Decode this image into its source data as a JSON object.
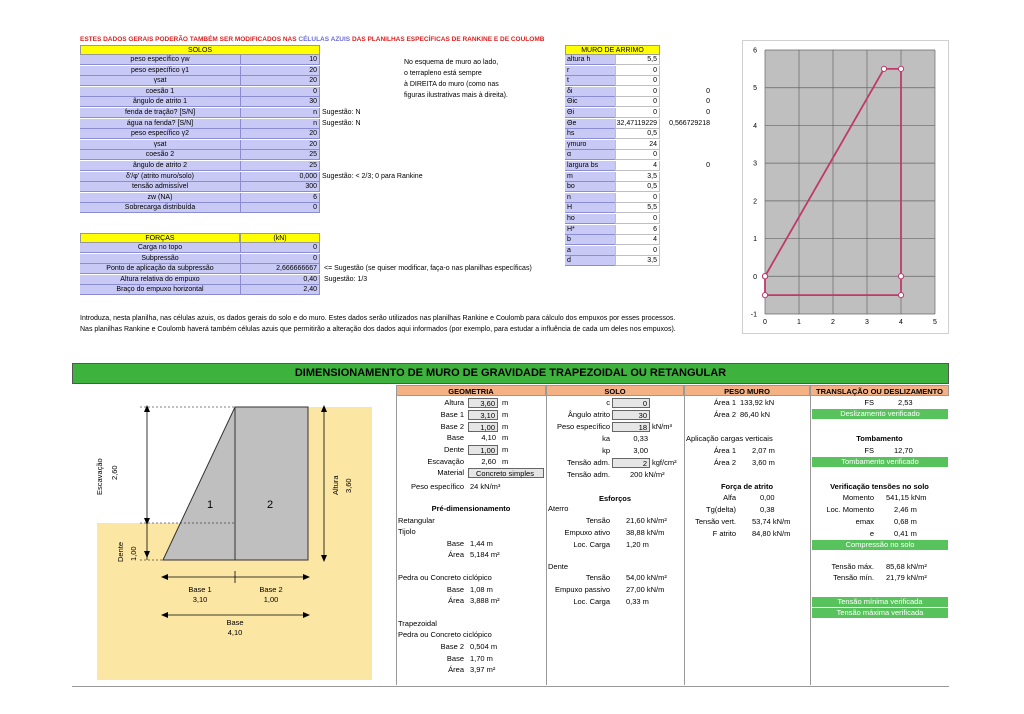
{
  "top_note": {
    "a": "ESTES DADOS GERAIS PODERÃO TAMBÉM SER MODIFICADOS NAS ",
    "b": "CÉLULAS AZUIS",
    "c": " DAS PLANILHAS ESPECÍFICAS DE RANKINE E DE COULOMB"
  },
  "solos": {
    "title": "SOLOS",
    "rows": [
      {
        "label": "peso específico γw",
        "value": "10",
        "note": ""
      },
      {
        "label": "peso específico γ1",
        "value": "20",
        "note": ""
      },
      {
        "label": "γsat",
        "value": "20",
        "note": ""
      },
      {
        "label": "coesão 1",
        "value": "0",
        "note": ""
      },
      {
        "label": "ângulo de atrito 1",
        "value": "30",
        "note": ""
      },
      {
        "label": "fenda de tração? [S/N]",
        "value": "n",
        "note": "Sugestão:  N"
      },
      {
        "label": "água na fenda? [S/N]",
        "value": "n",
        "note": "Sugestão:  N"
      },
      {
        "label": "peso específico γ2",
        "value": "20",
        "note": ""
      },
      {
        "label": "γsat",
        "value": "20",
        "note": ""
      },
      {
        "label": "coesão 2",
        "value": "25",
        "note": ""
      },
      {
        "label": "ângulo de atrito 2",
        "value": "25",
        "note": ""
      },
      {
        "label": "δ'/φ' (atrito muro/solo)",
        "value": "0,000",
        "note": "Sugestão:   < 2/3; 0 para Rankine"
      },
      {
        "label": "tensão admissível",
        "value": "300",
        "note": ""
      },
      {
        "label": "zw (NA)",
        "value": "6",
        "note": ""
      },
      {
        "label": "Sobrecarga distribuída",
        "value": "0",
        "note": ""
      }
    ]
  },
  "forcas": {
    "title": "FORÇAS",
    "unit": "(kN)",
    "rows": [
      {
        "label": "Carga no topo",
        "value": "0",
        "note": ""
      },
      {
        "label": "Subpressão",
        "value": "0",
        "note": ""
      },
      {
        "label": "Ponto de aplicação da subpressão",
        "value": "2,666666667",
        "note": "<= Sugestão (se quiser modificar, faça-o nas planilhas específicas)"
      },
      {
        "label": "Altura relativa do empuxo",
        "value": "0,40",
        "note": "Sugestão:  1/3"
      },
      {
        "label": "Braço do empuxo horizontal",
        "value": "2,40",
        "note": ""
      }
    ]
  },
  "middle_note": [
    "No esquema de muro ao lado,",
    "o terrapleno está sempre",
    "à DIREITA do muro (como nas",
    "figuras ilustrativas mais à direita)."
  ],
  "muro": {
    "title": "MURO DE ARRIMO",
    "rows": [
      {
        "label": "altura h",
        "value": "5,5",
        "extra": ""
      },
      {
        "label": "r",
        "value": "0",
        "extra": ""
      },
      {
        "label": "t",
        "value": "0",
        "extra": ""
      },
      {
        "label": "δi",
        "value": "0",
        "extra": "0"
      },
      {
        "label": "Θic",
        "value": "0",
        "extra": "0"
      },
      {
        "label": "Θi",
        "value": "0",
        "extra": "0"
      },
      {
        "label": "Θe",
        "value": "32,47119229",
        "extra": "0,566729218"
      },
      {
        "label": "hs",
        "value": "0,5",
        "extra": ""
      },
      {
        "label": "γmuro",
        "value": "24",
        "extra": ""
      },
      {
        "label": "α",
        "value": "0",
        "extra": ""
      },
      {
        "label": "largura bs",
        "value": "4",
        "extra": "0"
      },
      {
        "label": "m",
        "value": "3,5",
        "extra": ""
      },
      {
        "label": "bo",
        "value": "0,5",
        "extra": ""
      },
      {
        "label": "n",
        "value": "0",
        "extra": ""
      },
      {
        "label": "H",
        "value": "5,5",
        "extra": ""
      },
      {
        "label": "ho",
        "value": "0",
        "extra": ""
      },
      {
        "label": "H*",
        "value": "6",
        "extra": ""
      },
      {
        "label": "b",
        "value": "4",
        "extra": ""
      },
      {
        "label": "a",
        "value": "0",
        "extra": ""
      },
      {
        "label": "d",
        "value": "3,5",
        "extra": ""
      }
    ]
  },
  "intro": [
    "Introduza, nesta planilha, nas células azuis, os dados gerais do solo e do muro. Estes dados serão utilizados nas planilhas Rankine e Coulomb para cálculo dos empuxos por esses processos.",
    "Nas planilhas Rankine e Coulomb haverá também células azuis que permitirão a alteração dos dados aqui informados (por exemplo, para estudar a influência de cada um deles nos empuxos)."
  ],
  "chart_data": {
    "type": "scatter",
    "xlim": [
      0,
      5
    ],
    "ylim": [
      -1,
      6
    ],
    "xticks": [
      "0",
      "1",
      "2",
      "3",
      "4",
      "5"
    ],
    "yticks": [
      "-1",
      "0",
      "1",
      "2",
      "3",
      "4",
      "5",
      "6"
    ],
    "x": [
      0,
      3.5,
      4,
      4,
      4,
      0,
      0
    ],
    "y": [
      0,
      5.5,
      5.5,
      0,
      -0.5,
      -0.5,
      0
    ],
    "color": "#c0396b",
    "grid": true
  },
  "dim": {
    "title": "DIMENSIONAMENTO DE MURO DE GRAVIDADE TRAPEZOIDAL OU RETANGULAR",
    "drawing": {
      "escavacao": "Escavação",
      "escavacao_v": "2,60",
      "altura": "Altura",
      "altura_v": "3,60",
      "dente": "Dente",
      "dente_v": "1,00",
      "area1": "1",
      "area2": "2",
      "base1": "Base 1",
      "base1_v": "3,10",
      "base2": "Base 2",
      "base2_v": "1,00",
      "base": "Base",
      "base_v": "4,10"
    },
    "geometria": {
      "title": "GEOMETRIA",
      "rows": [
        {
          "label": "Altura",
          "value": "3,60",
          "unit": "m",
          "box": true
        },
        {
          "label": "Base 1",
          "value": "3,10",
          "unit": "m",
          "box": true
        },
        {
          "label": "Base 2",
          "value": "1,00",
          "unit": "m",
          "box": true
        },
        {
          "label": "Base",
          "value": "4,10",
          "unit": "m",
          "box": false
        },
        {
          "label": "Dente",
          "value": "1,00",
          "unit": "m",
          "box": true
        },
        {
          "label": "Escavação",
          "value": "2,60",
          "unit": "m",
          "box": false
        }
      ],
      "material_label": "Material",
      "material_value": "Concreto simples",
      "peso_label": "Peso específico",
      "peso_value": "24 kN/m³",
      "pre_title": "Pré-dimensionamento",
      "ret": "Retangular",
      "tijolo": "Tijolo",
      "tij_base_l": "Base",
      "tij_base_v": "1,44 m",
      "tij_area_l": "Área",
      "tij_area_v": "5,184 m²",
      "pedra1": "Pedra ou Concreto ciclópico",
      "p1_base_l": "Base",
      "p1_base_v": "1,08 m",
      "p1_area_l": "Área",
      "p1_area_v": "3,888 m²",
      "trap": "Trapezoidal",
      "pedra2": "Pedra ou Concreto ciclópico",
      "p2_base2_l": "Base 2",
      "p2_base2_v": "0,504 m",
      "p2_base_l": "Base",
      "p2_base_v": "1,70 m",
      "p2_area_l": "Área",
      "p2_area_v": "3,97 m²"
    },
    "solo": {
      "title": "SOLO",
      "c_l": "c",
      "c_v": "0",
      "ang_l": "Ângulo atrito",
      "ang_v": "30",
      "peso_l": "Peso específico",
      "peso_v": "18",
      "peso_u": "kN/m³",
      "ka_l": "ka",
      "ka_v": "0,33",
      "kp_l": "kp",
      "kp_v": "3,00",
      "tadm_l": "Tensão adm.",
      "tadm_v": "2",
      "tadm_u": "kgf/cm²",
      "tadm2_l": "Tensão adm.",
      "tadm2_v": "200 kN/m²",
      "esf_title": "Esforços",
      "aterro": "Aterro",
      "at_t_l": "Tensão",
      "at_t_v": "21,60 kN/m²",
      "at_e_l": "Empuxo ativo",
      "at_e_v": "38,88 kN/m",
      "at_c_l": "Loc. Carga",
      "at_c_v": "1,20 m",
      "dente": "Dente",
      "de_t_l": "Tensão",
      "de_t_v": "54,00 kN/m²",
      "de_e_l": "Empuxo passivo",
      "de_e_v": "27,00 kN/m",
      "de_c_l": "Loc. Carga",
      "de_c_v": "0,33 m"
    },
    "peso": {
      "title": "PESO MURO",
      "a1_l": "Área 1",
      "a1_v": "133,92 kN",
      "a2_l": "Área 2",
      "a2_v": "86,40 kN",
      "apl_title": "Aplicação cargas verticais",
      "ap1_l": "Área 1",
      "ap1_v": "2,07 m",
      "ap2_l": "Área 2",
      "ap2_v": "3,60 m",
      "fa_title": "Força de atrito",
      "alfa_l": "Alfa",
      "alfa_v": "0,00",
      "tg_l": "Tg(delta)",
      "tg_v": "0,38",
      "tv_l": "Tensão vert.",
      "tv_v": "53,74 kN/m",
      "fat_l": "F atrito",
      "fat_v": "84,80 kN/m"
    },
    "trans": {
      "title": "TRANSLAÇÃO OU DESLIZAMENTO",
      "fs_l": "FS",
      "fs_v": "2,53",
      "desl": "Deslizamento verificado",
      "tomb_title": "Tombamento",
      "fs2_l": "FS",
      "fs2_v": "12,70",
      "tomb": "Tombamento verificado",
      "vt_title": "Verificação tensões no solo",
      "mom_l": "Momento",
      "mom_v": "541,15 kNm",
      "loc_l": "Loc. Momento",
      "loc_v": "2,46 m",
      "emax_l": "emax",
      "emax_v": "0,68 m",
      "e_l": "e",
      "e_v": "0,41 m",
      "comp": "Compressão no solo",
      "tmax_l": "Tensão máx.",
      "tmax_v": "85,68 kN/m²",
      "tmin_l": "Tensão mín.",
      "tmin_v": "21,79 kN/m²",
      "tmin_ok": "Tensão mínima verificada",
      "tmax_ok": "Tensão máxima verificada"
    }
  }
}
